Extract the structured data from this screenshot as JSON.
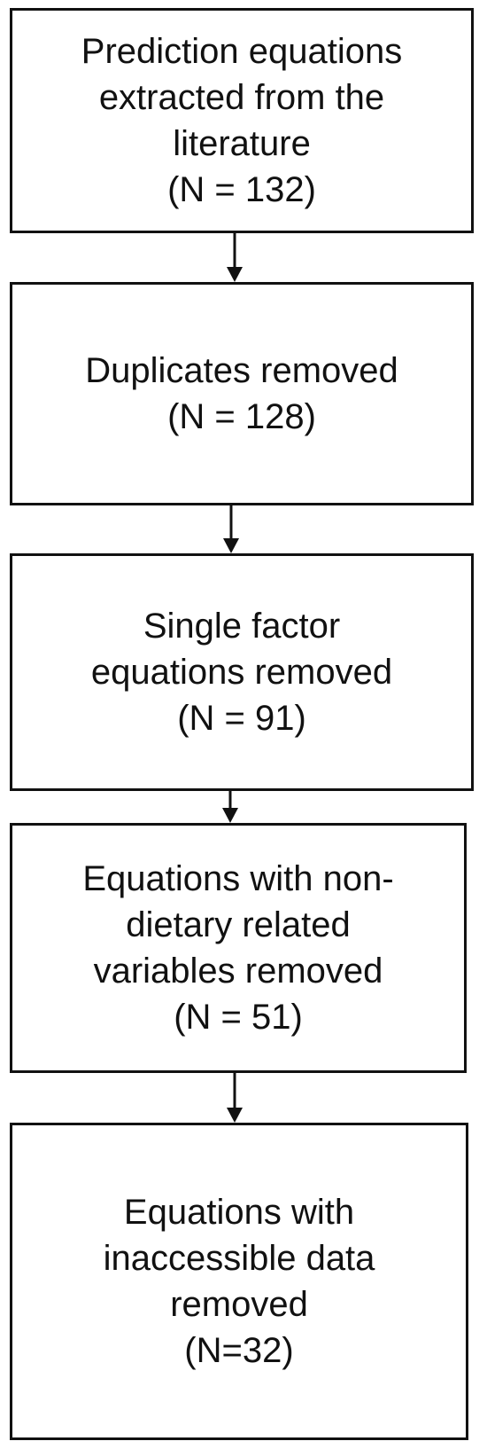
{
  "flowchart": {
    "steps": [
      {
        "lines": [
          "Prediction equations",
          "extracted from the",
          "literature",
          "(N = 132)"
        ]
      },
      {
        "lines": [
          "Duplicates removed",
          "(N = 128)"
        ]
      },
      {
        "lines": [
          "Single factor",
          "equations removed",
          "(N = 91)"
        ]
      },
      {
        "lines": [
          "Equations with non-",
          "dietary related",
          "variables removed",
          "(N = 51)"
        ]
      },
      {
        "lines": [
          "Equations with",
          "inaccessible data",
          "removed",
          "(N=32)"
        ]
      }
    ]
  }
}
